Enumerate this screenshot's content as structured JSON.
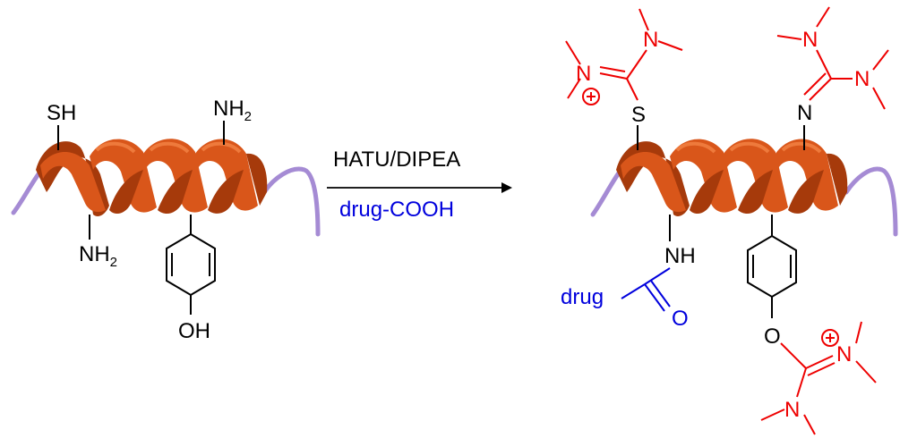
{
  "colors": {
    "helix": "#d9561a",
    "helix_dark": "#a63a0b",
    "helix_light": "#ee7a3c",
    "coil": "#a58bd4",
    "bond": "#000000",
    "red": "#ee0000",
    "blue": "#0000dd"
  },
  "reaction": {
    "reagent": "HATU/DIPEA",
    "reactant": "drug-COOH",
    "arrow": "reaction-arrow"
  },
  "left_peptide": {
    "thiol": "SH",
    "amine_top": {
      "main": "NH",
      "sub": "2"
    },
    "amine_bottom": {
      "main": "NH",
      "sub": "2"
    },
    "phenol": "OH"
  },
  "right_peptide": {
    "s_label": "S",
    "n_label": "N",
    "nh_label": "NH",
    "drug_label": "drug",
    "carbonyl_o": "O",
    "phenol_o": "O",
    "guan_n": "N",
    "charge": "+"
  }
}
